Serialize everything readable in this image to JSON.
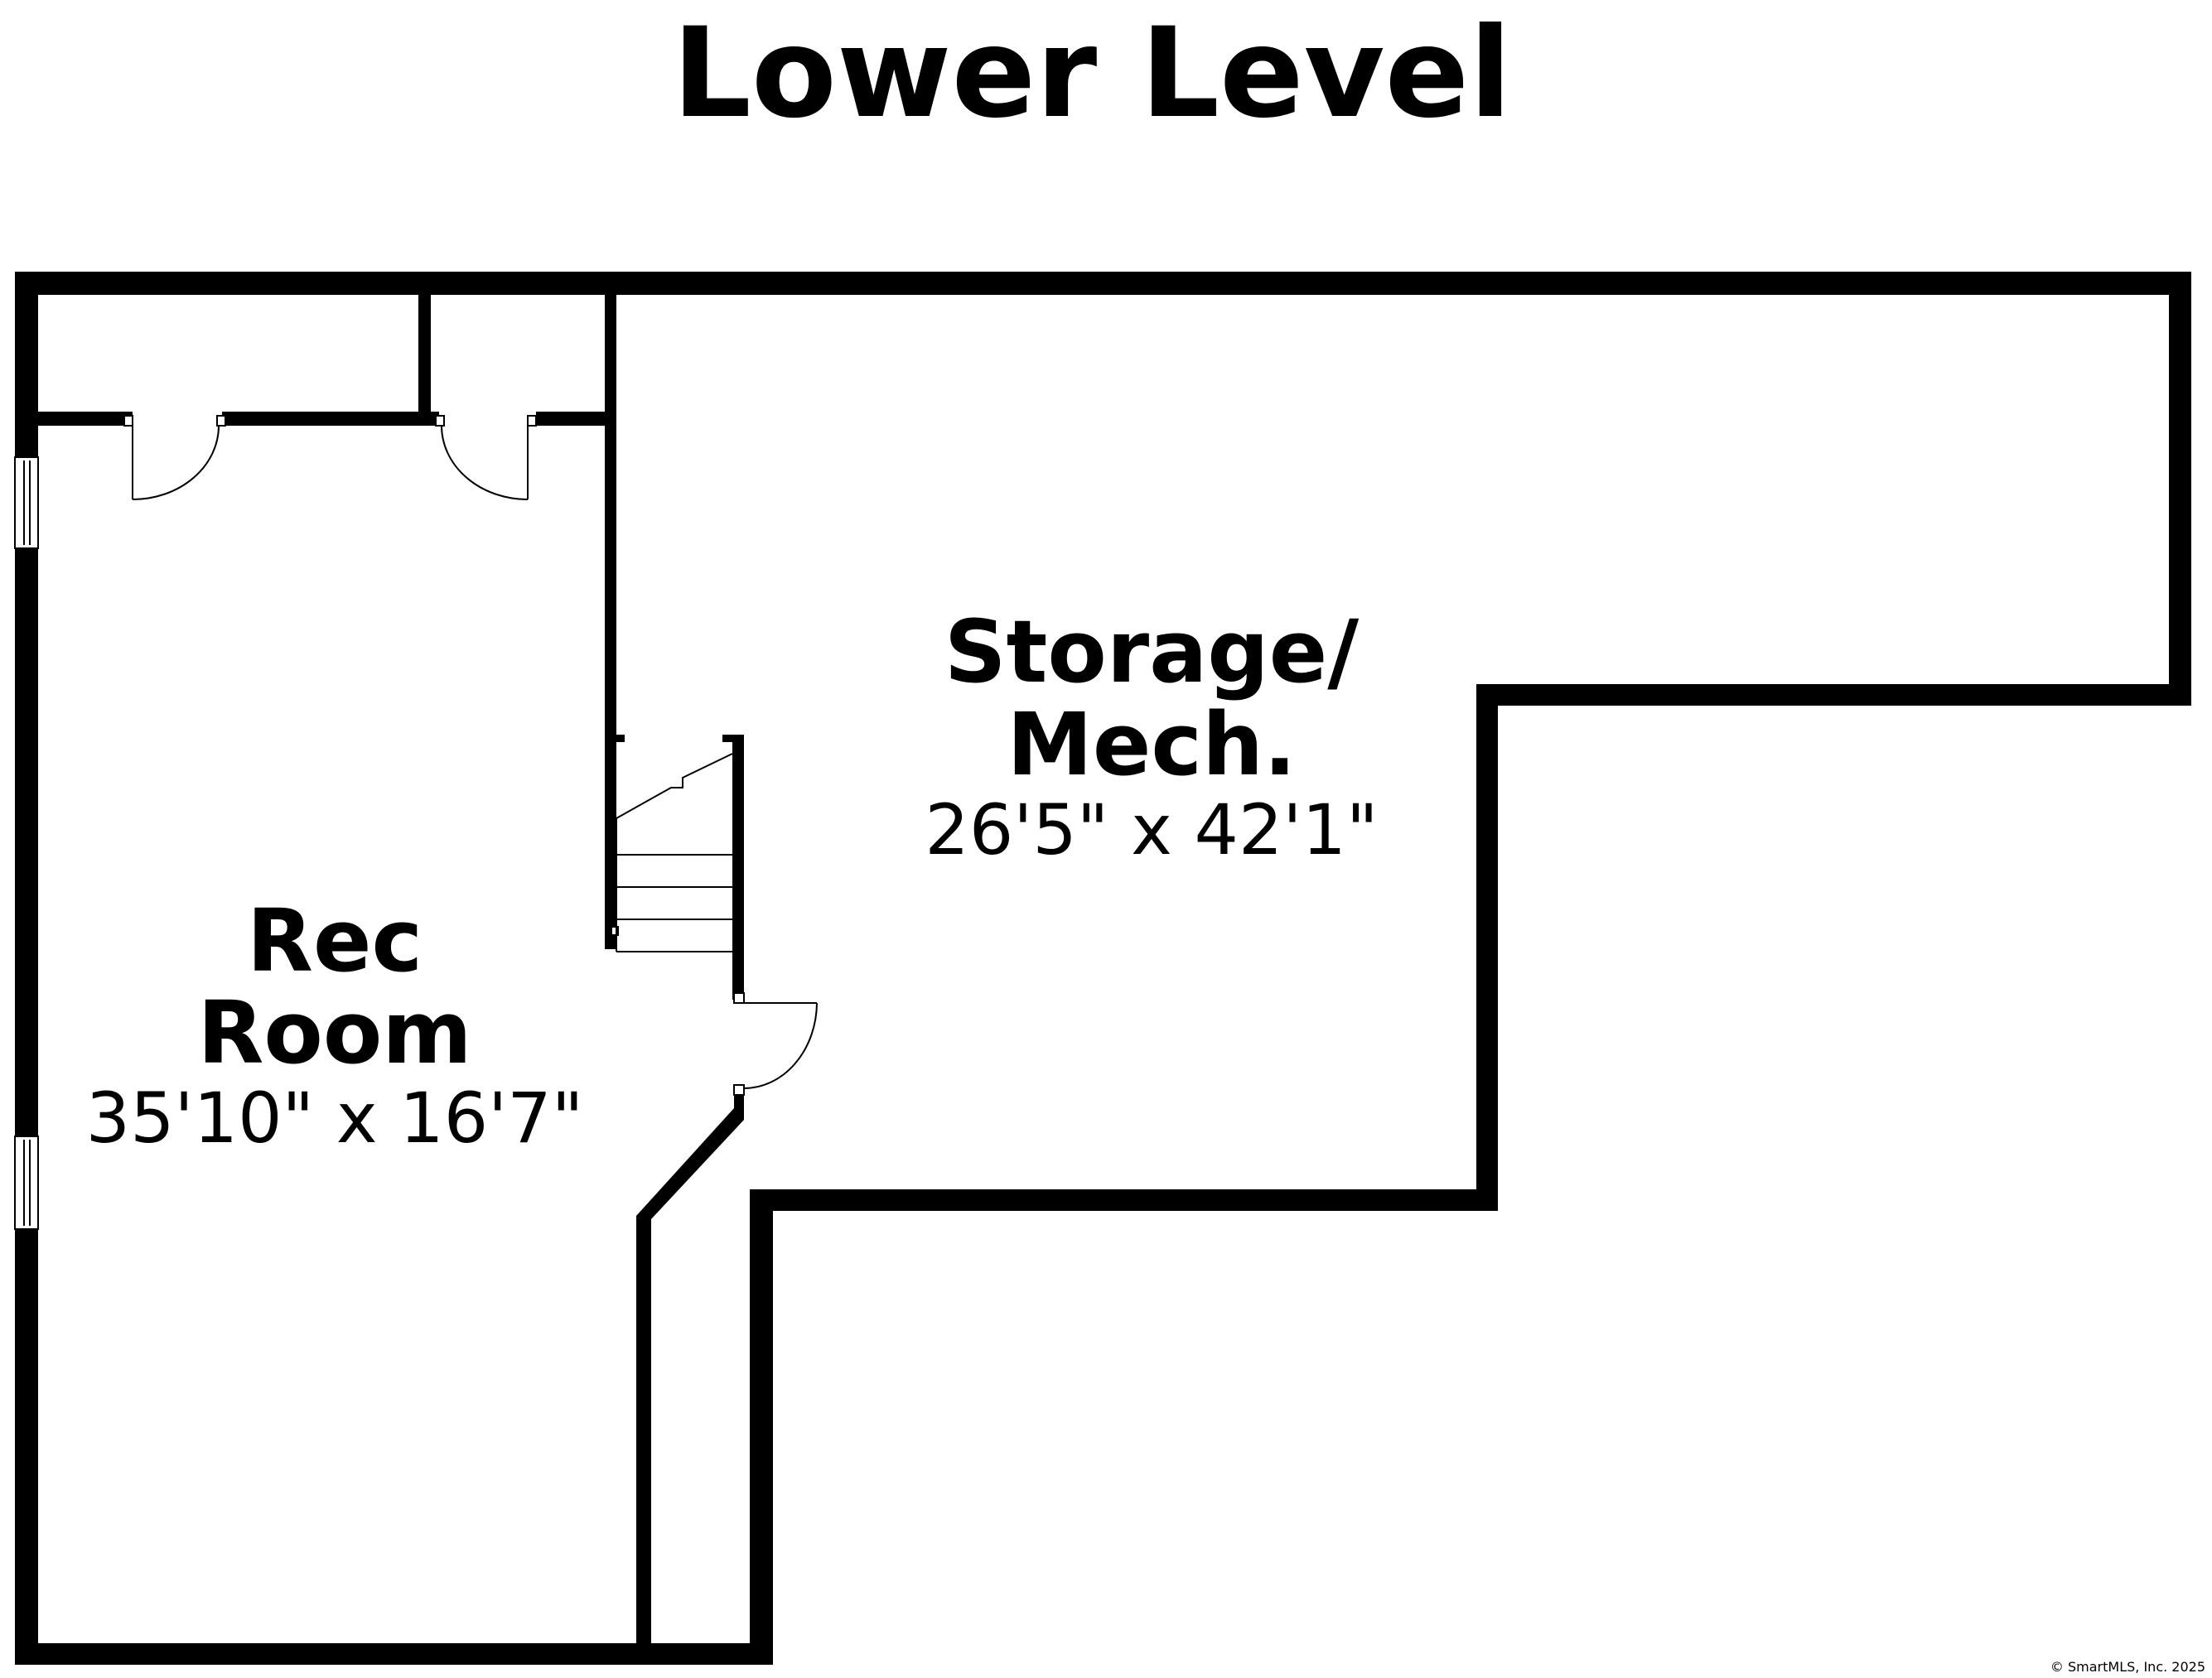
{
  "title": "Lower Level",
  "rooms": [
    {
      "name_line1": "Rec",
      "name_line2": "Room",
      "dimensions": "35'10\" x 16'7\""
    },
    {
      "name_line1": "Storage/",
      "name_line2": "Mech.",
      "dimensions": "26'5\" x 42'1\""
    }
  ],
  "copyright": "© SmartMLS, Inc. 2025",
  "colors": {
    "wall": "#000000",
    "background": "#ffffff"
  }
}
